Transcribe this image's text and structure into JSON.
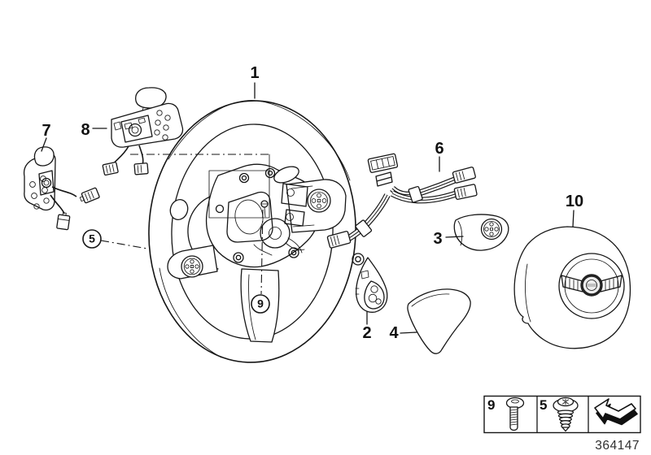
{
  "canvas": {
    "background": "#ffffff",
    "ink": "#161616"
  },
  "callouts": {
    "c1": "1",
    "c2": "2",
    "c3": "3",
    "c4": "4",
    "c5": "5",
    "c6": "6",
    "c7": "7",
    "c8": "8",
    "c9": "9",
    "c10": "10"
  },
  "legend": {
    "cells": [
      {
        "label": "9",
        "icon": "pan-head-screw-icon"
      },
      {
        "label": "5",
        "icon": "self-tapping-screw-icon"
      },
      {
        "label": "",
        "icon": "direction-arrow-icon"
      }
    ]
  },
  "footer": {
    "drawing_number": "364147"
  }
}
